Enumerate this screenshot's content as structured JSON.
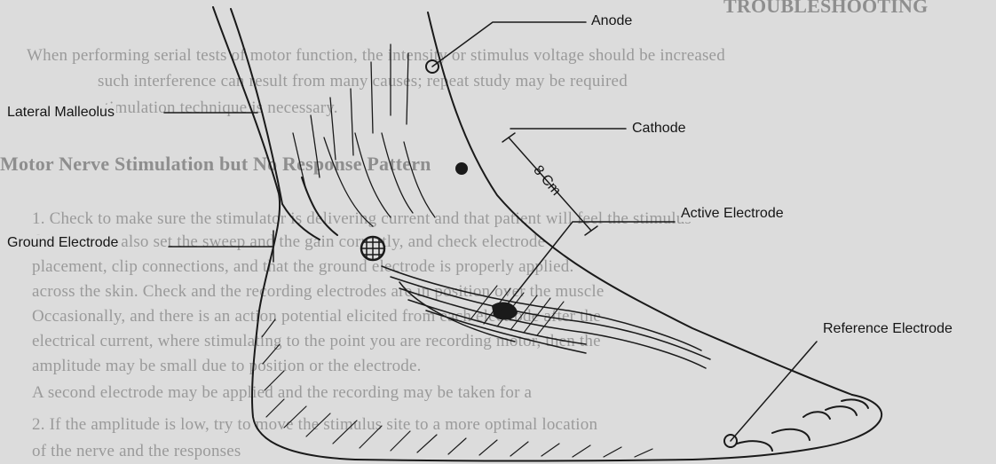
{
  "background_text": {
    "heading_top": "TROUBLESHOOTING",
    "line1": "When performing serial tests of motor function, the intensity or stimulus voltage should be increased",
    "line2": "such interference can result from many causes; repeat study may be required",
    "line3": "stimulation technique is necessary.",
    "heading_mid": "Motor Nerve Stimulation but No Response Pattern",
    "line4": "1. Check to make sure the stimulator is delivering current and that patient will feel the stimulus",
    "line5": "that you can also set the sweep and the gain correctly, and check electrode",
    "line6": "placement, clip connections, and that the ground electrode is properly applied.",
    "line7": "across the skin. Check and the recording electrodes are in position over the muscle",
    "line8": "Occasionally, and there is an action potential elicited from each electrode after the",
    "line9": "electrical current, where stimulating to the point you are recording motor, then the",
    "line10": "amplitude may be small due to position or the electrode.",
    "line11": "A second electrode may be applied and the recording may be taken for a",
    "line12": "2. If the amplitude is low, try to move the stimulus site to a more optimal location",
    "line13": "of the nerve and the responses"
  },
  "labels": {
    "anode": "Anode",
    "lateral_malleolus": "Lateral Malleolus",
    "cathode": "Cathode",
    "distance": "8 Cm",
    "active_electrode": "Active Electrode",
    "ground_electrode": "Ground Electrode",
    "reference_electrode": "Reference Electrode"
  }
}
